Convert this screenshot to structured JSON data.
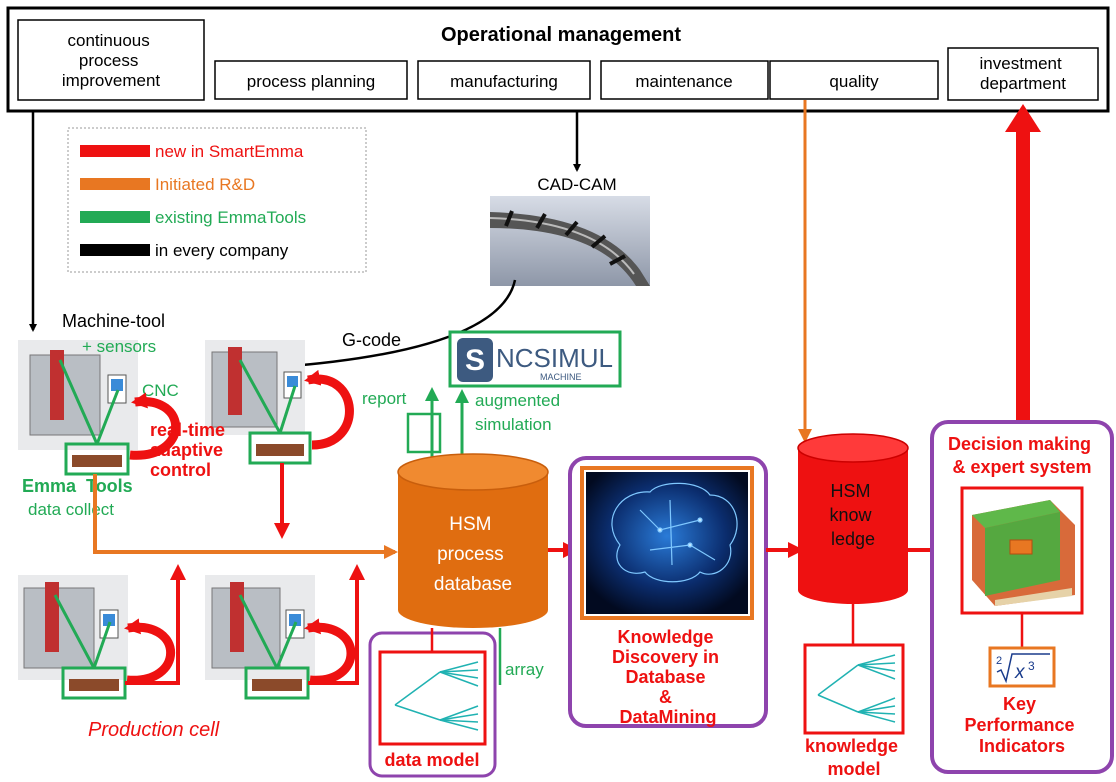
{
  "header": {
    "title": "Operational management",
    "continuous": [
      "continuous",
      "process",
      "improvement"
    ],
    "process_planning": "process planning",
    "manufacturing": "manufacturing",
    "maintenance": "maintenance",
    "quality": "quality",
    "investment": [
      "investment",
      "department"
    ]
  },
  "legend": [
    {
      "label": "new in SmartEmma",
      "color": "#ee1111"
    },
    {
      "label": "Initiated R&D",
      "color": "#e87722"
    },
    {
      "label": "existing EmmaTools",
      "color": "#22aa55"
    },
    {
      "label": "in every company",
      "color": "#000000"
    }
  ],
  "cadcam": "CAD-CAM",
  "machine_tool": "Machine-tool",
  "sensors": "+ sensors",
  "cnc": "CNC",
  "gcode": "G-code",
  "ncsimul": {
    "main": "NCSIMUL",
    "sub": "MACHINE"
  },
  "report": "report",
  "augmented": [
    "augmented",
    "simulation"
  ],
  "realtime": [
    "real-time",
    "adaptive",
    "control"
  ],
  "emma_tools": "Emma  Tools",
  "data_collect": "data collect",
  "db": [
    "HSM",
    "process",
    "database"
  ],
  "array": "array",
  "data_model": "data model",
  "kdd": [
    "Knowledge",
    "Discovery in",
    "Database",
    "&",
    "DataMining"
  ],
  "hsm_know": [
    "HSM",
    "know",
    "ledge"
  ],
  "knowledge_model": [
    "knowledge",
    "model"
  ],
  "decision": [
    "Decision making",
    "& expert system"
  ],
  "kpi": [
    "Key",
    "Performance",
    "Indicators"
  ],
  "production_cell": "Production cell",
  "colors": {
    "red": "#ee1111",
    "orange": "#e87722",
    "green": "#22aa55",
    "purple": "#8e44ad",
    "db_orange": "#e06d10"
  }
}
